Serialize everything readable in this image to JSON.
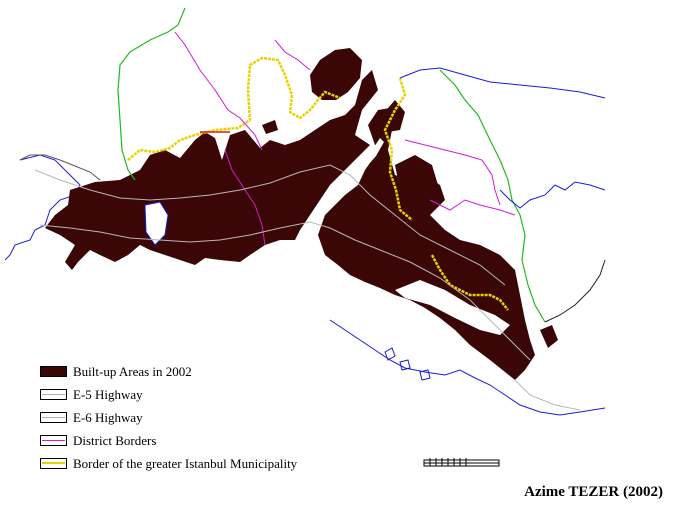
{
  "legend": [
    {
      "label": "Built-up Areas in 2002",
      "kind": "fill",
      "color": "#3a0606"
    },
    {
      "label": "E-5 Highway",
      "kind": "line",
      "color": "#b0b0b0"
    },
    {
      "label": "E-6 Highway",
      "kind": "line",
      "color": "#b0b0b0"
    },
    {
      "label": "District Borders",
      "kind": "line",
      "color": "#d21ad2"
    },
    {
      "label": "Border of the greater Istanbul Municipality",
      "kind": "line",
      "color": "#e8d200"
    }
  ],
  "credit": "Azime TEZER (2002)",
  "colors": {
    "built_up": "#3a0606",
    "coastline": "#1c1cd6",
    "province_border": "#22bb22",
    "district_border": "#d21ad2",
    "municipal_border": "#e8d200",
    "highway": "#b0b0b0",
    "other_border": "#e01818",
    "land_outline": "#222222"
  }
}
